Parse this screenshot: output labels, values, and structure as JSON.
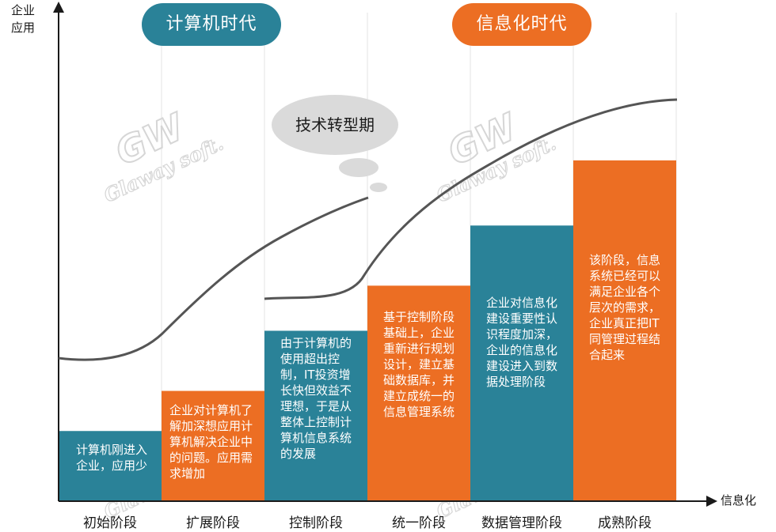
{
  "y_axis_label": [
    "企业",
    "应用"
  ],
  "x_axis_label": "信息化",
  "eras": {
    "computer": {
      "label": "计算机时代",
      "color": "#2a8298"
    },
    "information": {
      "label": "信息化时代",
      "color": "#ec6e23"
    }
  },
  "transition_bubble": "技术转型期",
  "watermark": {
    "brand": "GW",
    "text": "Glaway soft."
  },
  "colors": {
    "teal": "#2a8298",
    "orange": "#ec6e23",
    "curve": "#555555",
    "grid": "#e3e3e3"
  },
  "stages": [
    {
      "name": "初始阶段",
      "color": "teal",
      "level": 0.14,
      "text": "计算机刚进入企业，应用少"
    },
    {
      "name": "扩展阶段",
      "color": "orange",
      "level": 0.22,
      "text": "企业对计算机了解加深想应用计算机解决企业中的问题。应用需求增加"
    },
    {
      "name": "控制阶段",
      "color": "teal",
      "level": 0.34,
      "text": "由于计算机的使用超出控制，IT投资增长快但效益不理想，于是从整体上控制计算机信息系统的发展"
    },
    {
      "name": "统一阶段",
      "color": "orange",
      "level": 0.43,
      "text": "基于控制阶段基础上，企业重新进行规划设计，建立基础数据库，并建立成统一的信息管理系统"
    },
    {
      "name": "数据管理阶段",
      "color": "teal",
      "level": 0.55,
      "text": "企业对信息化建设重要性认识程度加深，企业的信息化建设进入到数据处理阶段"
    },
    {
      "name": "成熟阶段",
      "color": "orange",
      "level": 0.68,
      "text": "该阶段，信息系统已经可以满足企业各个层次的需求，企业真正把IT同管理过程结合起来"
    }
  ]
}
